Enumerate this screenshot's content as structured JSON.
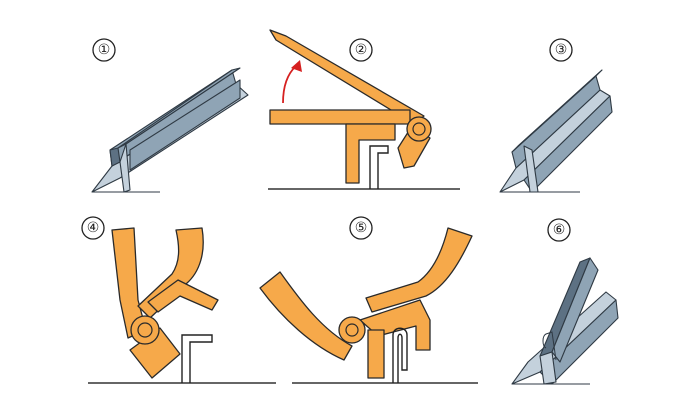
{
  "steps": [
    {
      "label": "①",
      "illustration": "metal-seam-profile"
    },
    {
      "label": "②",
      "illustration": "folding-tool-open"
    },
    {
      "label": "③",
      "illustration": "metal-seam-profile"
    },
    {
      "label": "④",
      "illustration": "folding-tool-closing"
    },
    {
      "label": "⑤",
      "illustration": "folding-tool-rolled"
    },
    {
      "label": "⑥",
      "illustration": "metal-seam-closed"
    }
  ],
  "colors": {
    "tool": "#f6a94a",
    "metal_light": "#c4d1dc",
    "metal_mid": "#8fa4b5",
    "metal_dark": "#5d7183",
    "arrow": "#d62020",
    "outline": "#2a2a2a"
  }
}
